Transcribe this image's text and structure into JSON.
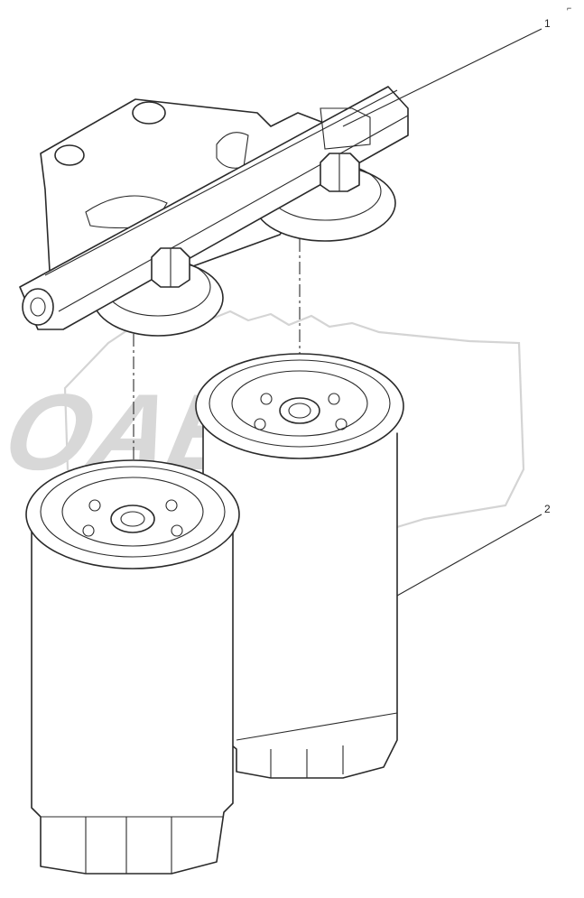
{
  "callouts": {
    "part1": "1",
    "part2": "2"
  },
  "corner_mark": "⌐",
  "watermark": {
    "text": "OAEX"
  },
  "colors": {
    "line": "#2a2a2a",
    "watermark": "#d4d4d4",
    "background": "#ffffff"
  }
}
